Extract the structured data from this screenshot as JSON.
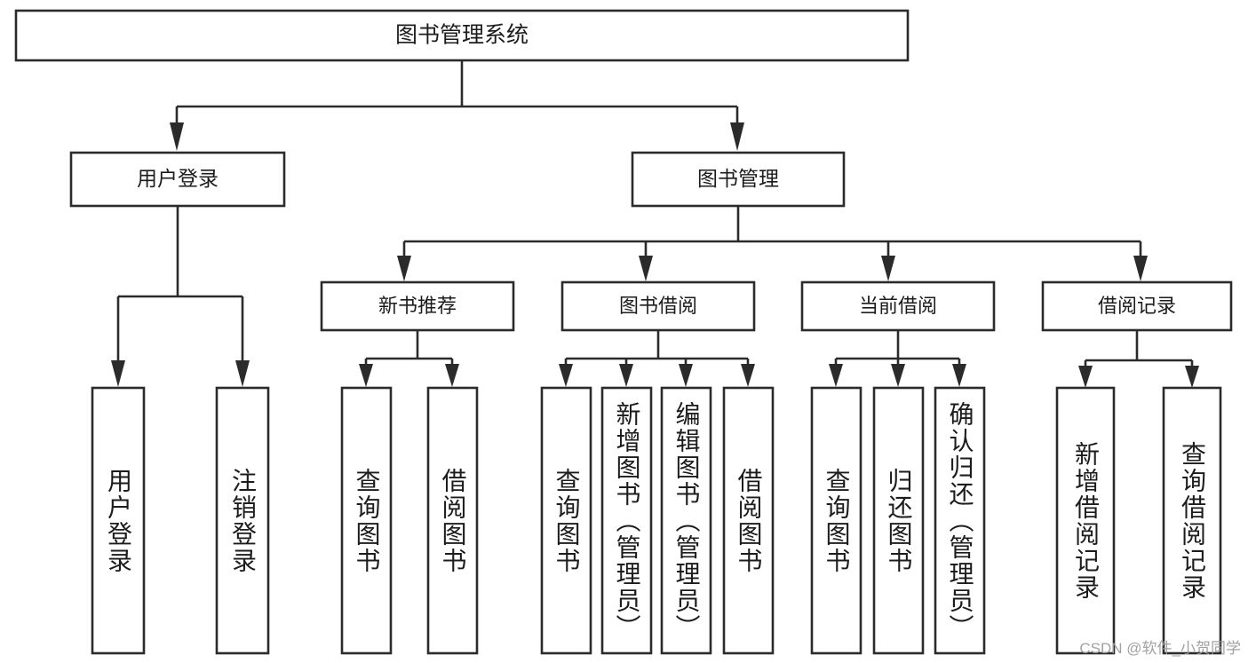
{
  "diagram": {
    "type": "tree",
    "title": "图书管理系统",
    "root": {
      "label": "图书管理系统",
      "level": 0
    },
    "level1": [
      {
        "label": "用户登录"
      },
      {
        "label": "图书管理"
      }
    ],
    "level2": [
      {
        "label": "新书推荐",
        "parent": "图书管理"
      },
      {
        "label": "图书借阅",
        "parent": "图书管理"
      },
      {
        "label": "当前借阅",
        "parent": "图书管理"
      },
      {
        "label": "借阅记录",
        "parent": "图书管理"
      }
    ],
    "leaves": {
      "user_login": [
        {
          "label": "用户登录"
        },
        {
          "label": "注销登录"
        }
      ],
      "new_book_recommend": [
        {
          "label": "查询图书"
        },
        {
          "label": "借阅图书"
        }
      ],
      "book_borrow": [
        {
          "label": "查询图书"
        },
        {
          "label": "新增图书（管理员）"
        },
        {
          "label": "编辑图书（管理员）"
        },
        {
          "label": "借阅图书"
        }
      ],
      "current_borrow": [
        {
          "label": "查询图书"
        },
        {
          "label": "归还图书"
        },
        {
          "label": "确认归还（管理员）"
        }
      ],
      "borrow_record": [
        {
          "label": "新增借阅记录"
        },
        {
          "label": "查询借阅记录"
        }
      ]
    }
  },
  "watermark": {
    "text": "CSDN @软件_小贺同学"
  },
  "colors": {
    "stroke": "#2b2b2b",
    "fill": "#ffffff",
    "text": "#1c1c1c",
    "watermark": "#9a9a9a"
  }
}
